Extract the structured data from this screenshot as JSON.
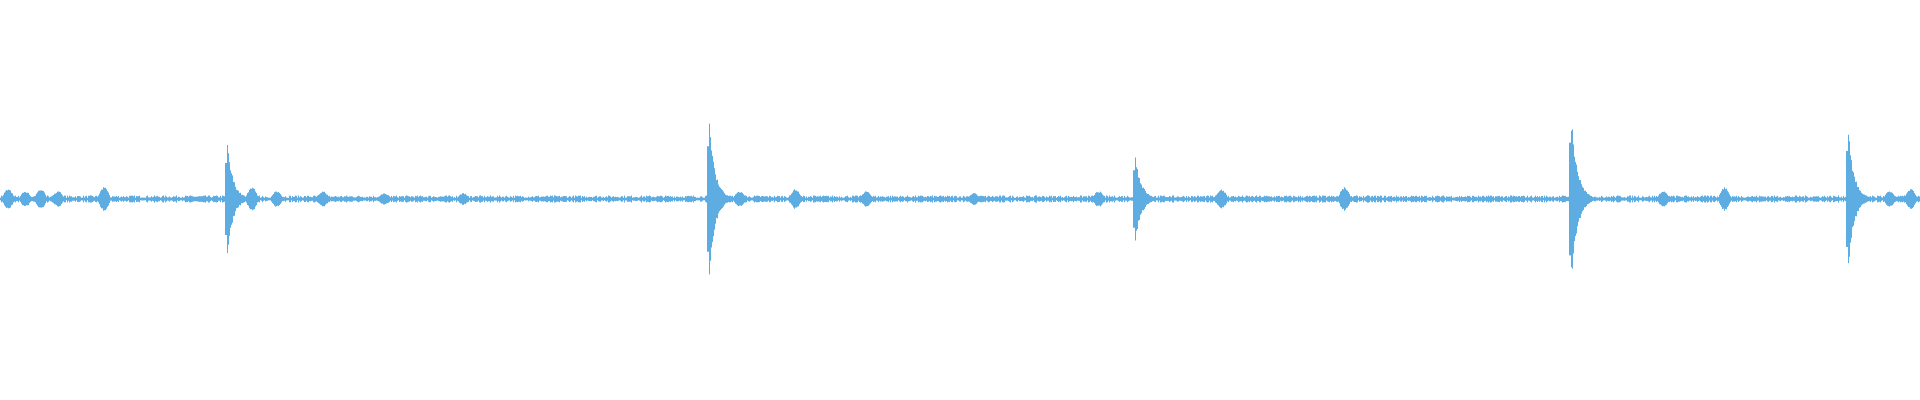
{
  "waveform": {
    "color": "#5dade2",
    "baseline_amplitude": 0.012,
    "peaks": [
      {
        "time": 0.118,
        "amplitude": 0.3
      },
      {
        "time": 0.369,
        "amplitude": 0.44
      },
      {
        "time": 0.591,
        "amplitude": 0.24
      },
      {
        "time": 0.818,
        "amplitude": 0.47
      },
      {
        "time": 0.962,
        "amplitude": 0.4
      }
    ],
    "bumps": [
      {
        "time": 0.004,
        "amplitude": 0.05
      },
      {
        "time": 0.013,
        "amplitude": 0.04
      },
      {
        "time": 0.021,
        "amplitude": 0.05
      },
      {
        "time": 0.03,
        "amplitude": 0.04
      },
      {
        "time": 0.054,
        "amplitude": 0.06
      },
      {
        "time": 0.131,
        "amplitude": 0.06
      },
      {
        "time": 0.144,
        "amplitude": 0.04
      },
      {
        "time": 0.168,
        "amplitude": 0.04
      },
      {
        "time": 0.2,
        "amplitude": 0.03
      },
      {
        "time": 0.241,
        "amplitude": 0.03
      },
      {
        "time": 0.385,
        "amplitude": 0.04
      },
      {
        "time": 0.414,
        "amplitude": 0.05
      },
      {
        "time": 0.451,
        "amplitude": 0.04
      },
      {
        "time": 0.507,
        "amplitude": 0.03
      },
      {
        "time": 0.572,
        "amplitude": 0.04
      },
      {
        "time": 0.636,
        "amplitude": 0.05
      },
      {
        "time": 0.7,
        "amplitude": 0.06
      },
      {
        "time": 0.866,
        "amplitude": 0.04
      },
      {
        "time": 0.898,
        "amplitude": 0.06
      },
      {
        "time": 0.984,
        "amplitude": 0.04
      },
      {
        "time": 0.995,
        "amplitude": 0.05
      }
    ]
  }
}
